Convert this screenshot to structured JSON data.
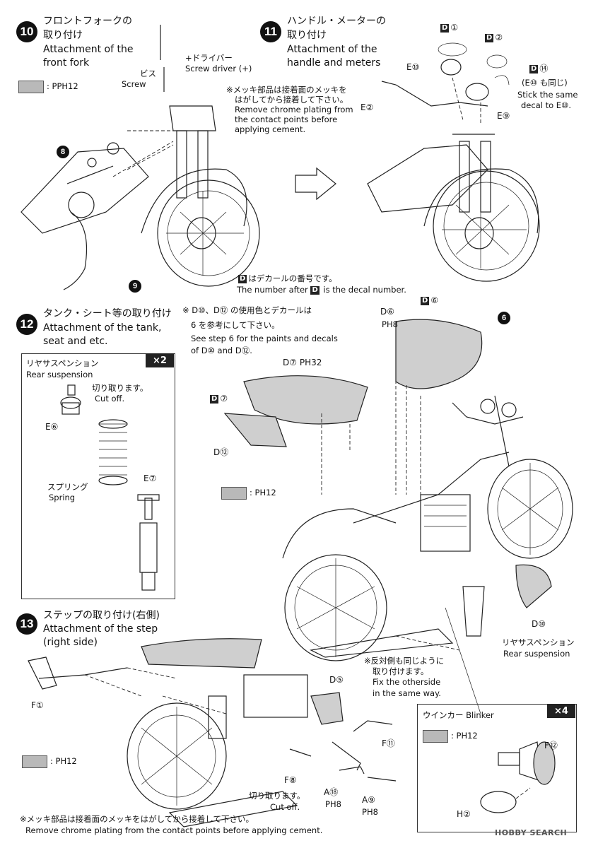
{
  "step10": {
    "number": "10",
    "title_jp": "フロントフォークの",
    "title_jp2": "取り付け",
    "title_en": "Attachment of the",
    "title_en2": "front fork",
    "paint": "PH12",
    "screwdriver_jp": "+ドライバー",
    "screwdriver_en": "Screw driver (+)",
    "screw_jp": "ビス",
    "screw_en": "Screw",
    "chrome_note_jp1": "※メッキ部品は接着面のメッキを",
    "chrome_note_jp2": "はがしてから接着して下さい。",
    "chrome_note_en1": "Remove chrome plating from",
    "chrome_note_en2": "the contact points before",
    "chrome_note_en3": "applying cement.",
    "ref8": "8",
    "ref9": "9"
  },
  "step11": {
    "number": "11",
    "title_jp": "ハンドル・メーターの",
    "title_jp2": "取り付け",
    "title_en": "Attachment of the",
    "title_en2": "handle and meters",
    "d1": "①",
    "d2": "②",
    "d14": "⑭",
    "e10": "E⑩",
    "e2": "E②",
    "e9": "E⑨",
    "same_jp": "(E⑩ も同じ)",
    "same_en1": "Stick the same",
    "same_en2": "decal to E⑩."
  },
  "decal_note": {
    "jp": "はデカールの番号です。",
    "en_pre": "The number after",
    "en_post": "is the decal number.",
    "tag": "D"
  },
  "step12": {
    "number": "12",
    "title_jp": "タンク・シート等の取り付け",
    "title_en": "Attachment of the tank,",
    "title_en2": "seat and etc.",
    "note_jp1": "※ D⑩、D⑫ の使用色とデカールは",
    "note_jp2": "6 を参考にして下さい。",
    "note_en1": "See step 6 for the paints and decals",
    "note_en2": "of D⑩ and D⑫.",
    "d6_label": "D⑥",
    "d6_paint": "H8",
    "d6_top": "⑥",
    "ref6": "6",
    "d7_seat": "⑦",
    "d7_paint": "H32",
    "d7_small": "⑦",
    "d12": "D⑫",
    "d10": "D⑩",
    "paint": "H12",
    "rear_susp_jp": "リヤサスペンション",
    "rear_susp_en": "Rear suspension",
    "inset": {
      "title_jp": "リヤサスペンション",
      "title_en": "Rear suspension",
      "multiplier": "×2",
      "cut_jp": "切り取ります。",
      "cut_en": "Cut off.",
      "e6": "E⑥",
      "e7": "E⑦",
      "spring_jp": "スプリング",
      "spring_en": "Spring"
    },
    "otherside_jp1": "※反対側も同じように",
    "otherside_jp2": "取り付けます。",
    "otherside_en1": "Fix the otherside",
    "otherside_en2": "in the same way."
  },
  "step13": {
    "number": "13",
    "title_jp": "ステップの取り付け(右側)",
    "title_en": "Attachment of the step",
    "title_en2": "(right side)",
    "f1": "F①",
    "d5": "D⑤",
    "f11": "F⑪",
    "f8": "F⑧",
    "a18": "A⑱",
    "a18_paint": "H8",
    "a9": "A⑨",
    "a9_paint": "H8",
    "cut_jp": "切り取ります。",
    "cut_en": "Cut off.",
    "paint": "H12"
  },
  "blinker": {
    "title": "ウインカー Blinker",
    "multiplier": "×4",
    "paint": "H12",
    "f12": "F⑫",
    "h2": "H②"
  },
  "footer": {
    "jp": "※メッキ部品は接着面のメッキをはがしてから接着して下さい。",
    "en": "Remove chrome plating from the contact points before applying cement.",
    "watermark": "HOBBY SEARCH"
  },
  "paint_prefix": "P",
  "colors": {
    "swatch": "#b9b9b9",
    "ink": "#111111"
  }
}
